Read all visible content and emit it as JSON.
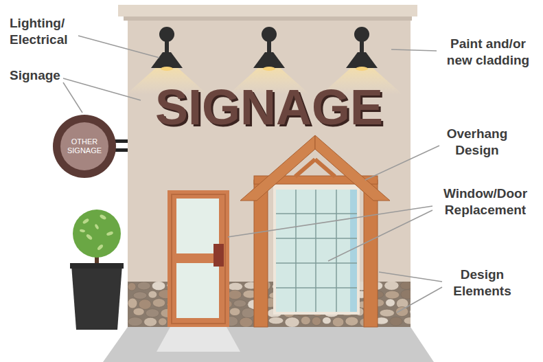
{
  "diagram": {
    "nodes": [
      {
        "text": [
          "SIGNAGE"
        ]
      },
      {
        "text": [
          "OTHER SIGNAGE"
        ]
      }
    ],
    "labels": [
      "Lighting/ Electrical",
      "Signage",
      "Paint and/or new cladding",
      "Overhang Design",
      "Window/Door Replacement",
      "Design Elements"
    ]
  }
}
